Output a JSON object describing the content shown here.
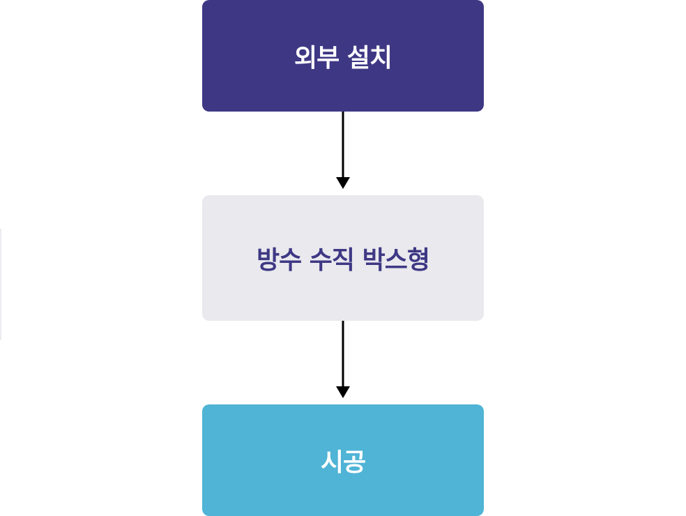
{
  "flow": {
    "steps": [
      {
        "label": "외부 설치",
        "bg": "#3e3884",
        "fg": "#ffffff"
      },
      {
        "label": "방수 수직 박스형",
        "bg": "#e9e9ee",
        "fg": "#3e3884"
      },
      {
        "label": "시공",
        "bg": "#4fb4d5",
        "fg": "#ffffff"
      }
    ],
    "arrow_color": "#000000"
  }
}
